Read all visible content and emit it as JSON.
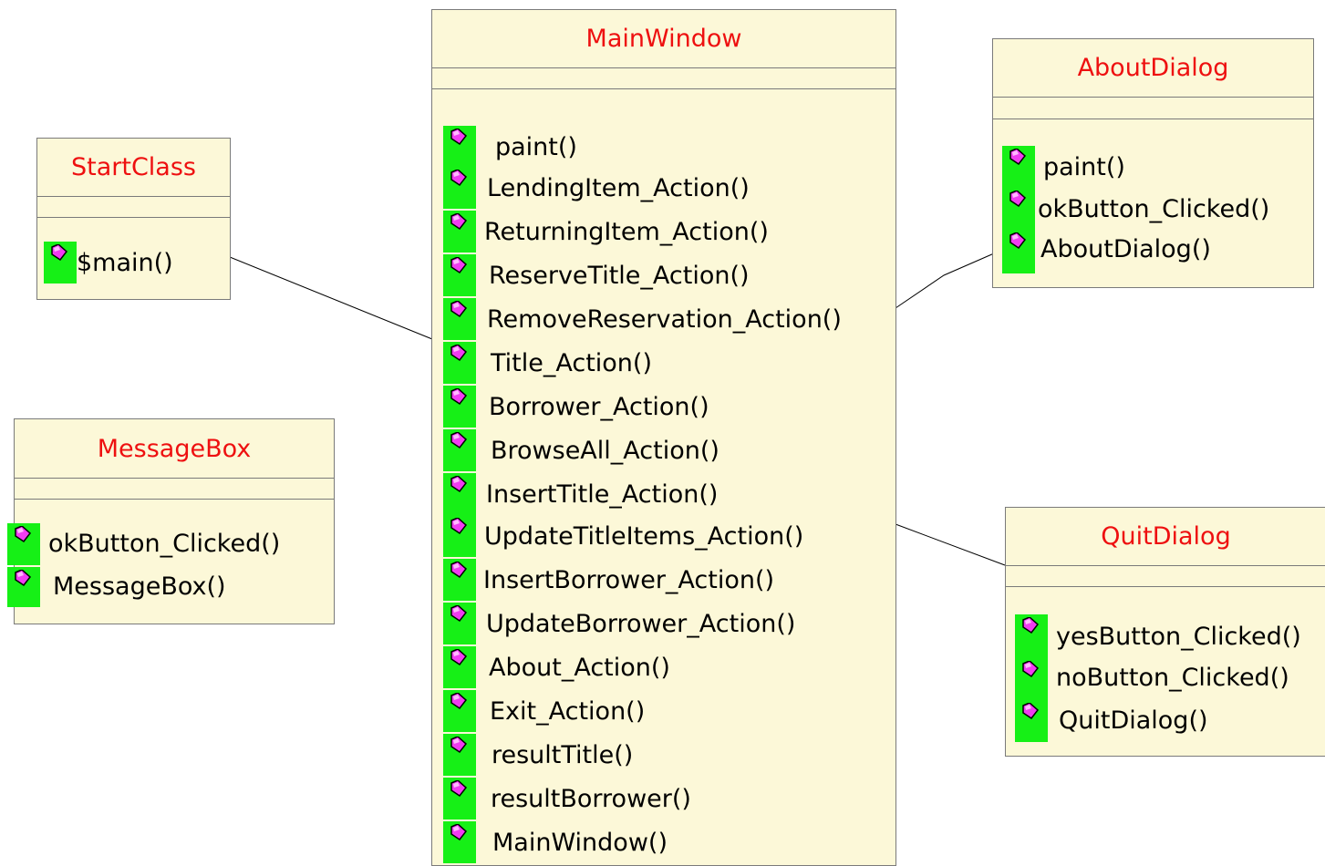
{
  "colors": {
    "class_fill": "#fcf8d8",
    "class_border": "#7a7a7a",
    "class_name_text": "#ee1010",
    "method_icon_bg": "#16f016",
    "method_icon_gem": "#f03cf0"
  },
  "icon": "method-gem-icon",
  "classes": {
    "main_window": {
      "name": "MainWindow",
      "methods": [
        "paint()",
        "LendingItem_Action()",
        "ReturningItem_Action()",
        "ReserveTitle_Action()",
        "RemoveReservation_Action()",
        "Title_Action()",
        "Borrower_Action()",
        "BrowseAll_Action()",
        "InsertTitle_Action()",
        "UpdateTitleItems_Action()",
        "InsertBorrower_Action()",
        "UpdateBorrower_Action()",
        "About_Action()",
        "Exit_Action()",
        "resultTitle()",
        "resultBorrower()",
        "MainWindow()"
      ]
    },
    "start_class": {
      "name": "StartClass",
      "methods": [
        "$main()"
      ]
    },
    "message_box": {
      "name": "MessageBox",
      "methods": [
        "okButton_Clicked()",
        "MessageBox()"
      ]
    },
    "about_dialog": {
      "name": "AboutDialog",
      "methods": [
        "paint()",
        "okButton_Clicked()",
        "AboutDialog()"
      ]
    },
    "quit_dialog": {
      "name": "QuitDialog",
      "methods": [
        "yesButton_Clicked()",
        "noButton_Clicked()",
        "QuitDialog()"
      ]
    }
  }
}
